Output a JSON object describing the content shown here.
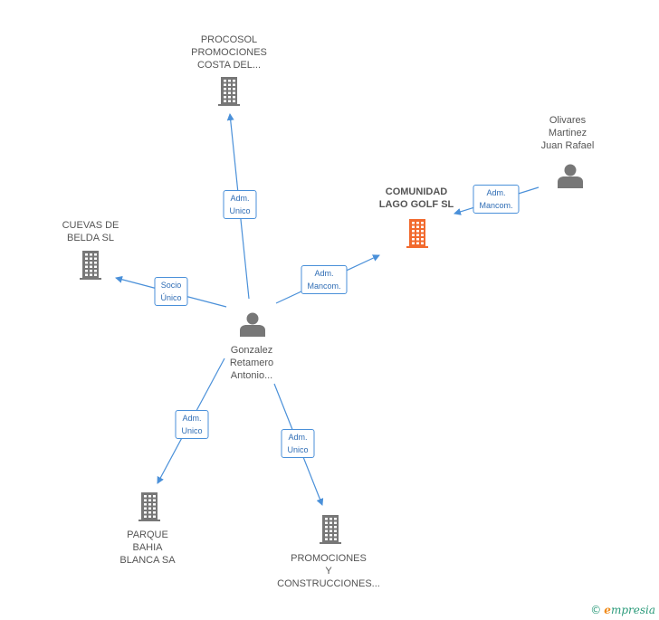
{
  "colors": {
    "edge": "#4a90d9",
    "building": "#777777",
    "focus_building": "#f26a2e",
    "person": "#777777"
  },
  "nodes": [
    {
      "id": "procosol",
      "type": "company",
      "lines": [
        "PROCOSOL",
        "PROMOCIONES",
        "COSTA DEL..."
      ]
    },
    {
      "id": "comunidad",
      "type": "company",
      "focus": true,
      "lines": [
        "COMUNIDAD",
        "LAGO GOLF SL"
      ]
    },
    {
      "id": "olivares",
      "type": "person",
      "lines": [
        "Olivares",
        "Martinez",
        "Juan Rafael"
      ]
    },
    {
      "id": "cuevas",
      "type": "company",
      "lines": [
        "CUEVAS DE",
        "BELDA SL"
      ]
    },
    {
      "id": "gonzalez",
      "type": "person",
      "lines": [
        "Gonzalez",
        "Retamero",
        "Antonio..."
      ]
    },
    {
      "id": "parque",
      "type": "company",
      "lines": [
        "PARQUE",
        "BAHIA",
        "BLANCA SA"
      ]
    },
    {
      "id": "promociones",
      "type": "company",
      "lines": [
        "PROMOCIONES",
        "Y",
        "CONSTRUCCIONES..."
      ]
    }
  ],
  "edges": [
    {
      "from": "gonzalez",
      "to": "procosol",
      "lines": [
        "Adm.",
        "Unico"
      ]
    },
    {
      "from": "gonzalez",
      "to": "comunidad",
      "lines": [
        "Adm.",
        "Mancom."
      ]
    },
    {
      "from": "olivares",
      "to": "comunidad",
      "lines": [
        "Adm.",
        "Mancom."
      ]
    },
    {
      "from": "gonzalez",
      "to": "cuevas",
      "lines": [
        "Socio",
        "Único"
      ]
    },
    {
      "from": "gonzalez",
      "to": "parque",
      "lines": [
        "Adm.",
        "Unico"
      ]
    },
    {
      "from": "gonzalez",
      "to": "promociones",
      "lines": [
        "Adm.",
        "Unico"
      ]
    }
  ],
  "footer": {
    "copyright": "©",
    "brand_initial": "e",
    "brand_rest": "mpresia"
  }
}
